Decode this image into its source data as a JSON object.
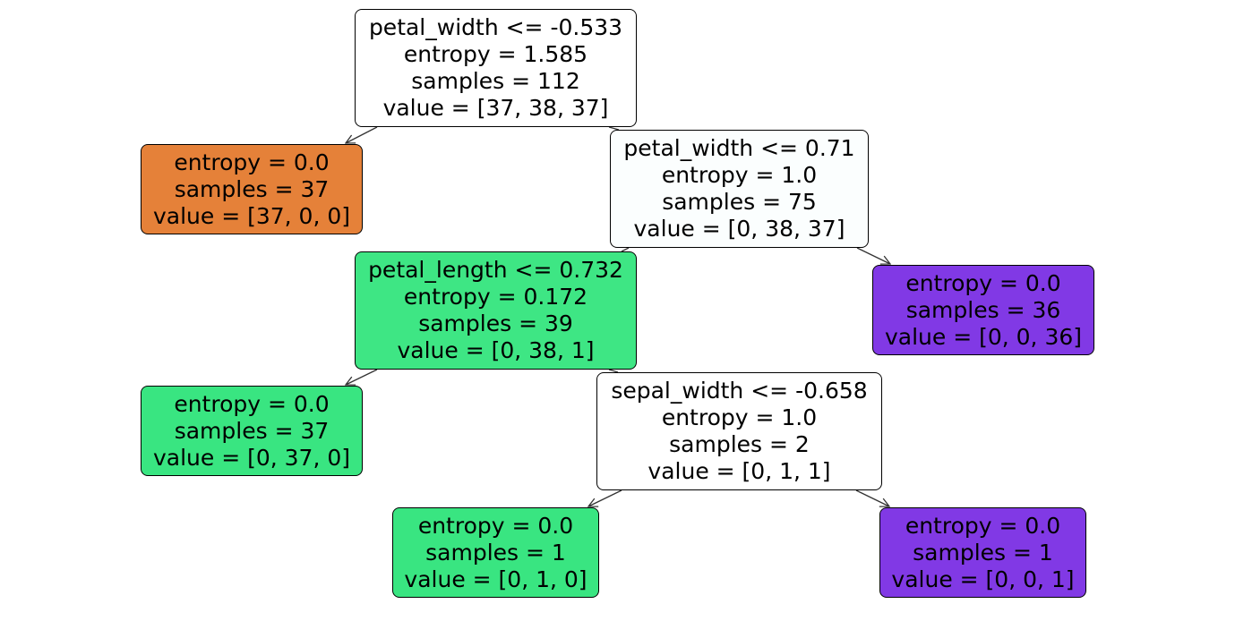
{
  "diagram": {
    "type": "decision-tree",
    "colors": {
      "class_0": "#e58139",
      "class_1": "#39e581",
      "class_2": "#8139e5",
      "split_node": "#ffffff",
      "near_white": "#fbfefe",
      "border": "#000000",
      "edge": "#333333"
    },
    "nodes": [
      {
        "id": "0",
        "fill": "#ffffff",
        "lines": [
          "petal_width <= -0.533",
          "entropy = 1.585",
          "samples = 112",
          "value = [37, 38, 37]"
        ]
      },
      {
        "id": "1",
        "fill": "#e58139",
        "lines": [
          "entropy = 0.0",
          "samples = 37",
          "value = [37, 0, 0]"
        ]
      },
      {
        "id": "2",
        "fill": "#fbfefe",
        "lines": [
          "petal_width <= 0.71",
          "entropy = 1.0",
          "samples = 75",
          "value = [0, 38, 37]"
        ]
      },
      {
        "id": "3",
        "fill": "#3ee684",
        "lines": [
          "petal_length <= 0.732",
          "entropy = 0.172",
          "samples = 39",
          "value = [0, 38, 1]"
        ]
      },
      {
        "id": "4",
        "fill": "#8139e5",
        "lines": [
          "entropy = 0.0",
          "samples = 36",
          "value = [0, 0, 36]"
        ]
      },
      {
        "id": "5",
        "fill": "#39e581",
        "lines": [
          "entropy = 0.0",
          "samples = 37",
          "value = [0, 37, 0]"
        ]
      },
      {
        "id": "6",
        "fill": "#ffffff",
        "lines": [
          "sepal_width <= -0.658",
          "entropy = 1.0",
          "samples = 2",
          "value = [0, 1, 1]"
        ]
      },
      {
        "id": "7",
        "fill": "#39e581",
        "lines": [
          "entropy = 0.0",
          "samples = 1",
          "value = [0, 1, 0]"
        ]
      },
      {
        "id": "8",
        "fill": "#8139e5",
        "lines": [
          "entropy = 0.0",
          "samples = 1",
          "value = [0, 0, 1]"
        ]
      }
    ],
    "edges": [
      {
        "from": "0",
        "to": "1"
      },
      {
        "from": "0",
        "to": "2"
      },
      {
        "from": "2",
        "to": "3"
      },
      {
        "from": "2",
        "to": "4"
      },
      {
        "from": "3",
        "to": "5"
      },
      {
        "from": "3",
        "to": "6"
      },
      {
        "from": "6",
        "to": "7"
      },
      {
        "from": "6",
        "to": "8"
      }
    ]
  }
}
